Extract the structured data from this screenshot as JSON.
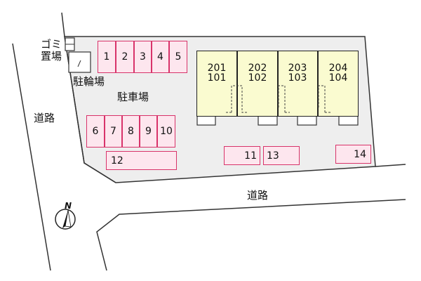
{
  "labels": {
    "gomi_line1": "ゴミ",
    "gomi_line2": "置場",
    "bicycle_parking": "駐輪場",
    "car_parking": "駐車場",
    "road_left": "道路",
    "road_bottom": "道路",
    "compass": "N"
  },
  "parking_top": [
    "1",
    "2",
    "3",
    "4",
    "5"
  ],
  "parking_left": [
    "6",
    "7",
    "8",
    "9",
    "10"
  ],
  "parking_12": "12",
  "parking_11": "11",
  "parking_13": "13",
  "parking_14": "14",
  "units": [
    {
      "upper": "201",
      "lower": "101"
    },
    {
      "upper": "202",
      "lower": "102"
    },
    {
      "upper": "203",
      "lower": "103"
    },
    {
      "upper": "204",
      "lower": "104"
    }
  ],
  "colors": {
    "parking_border": "#d8336a",
    "parking_fill": "#fde6ee",
    "building_fill": "#fafbd0",
    "lot_fill": "#eeeeee"
  }
}
